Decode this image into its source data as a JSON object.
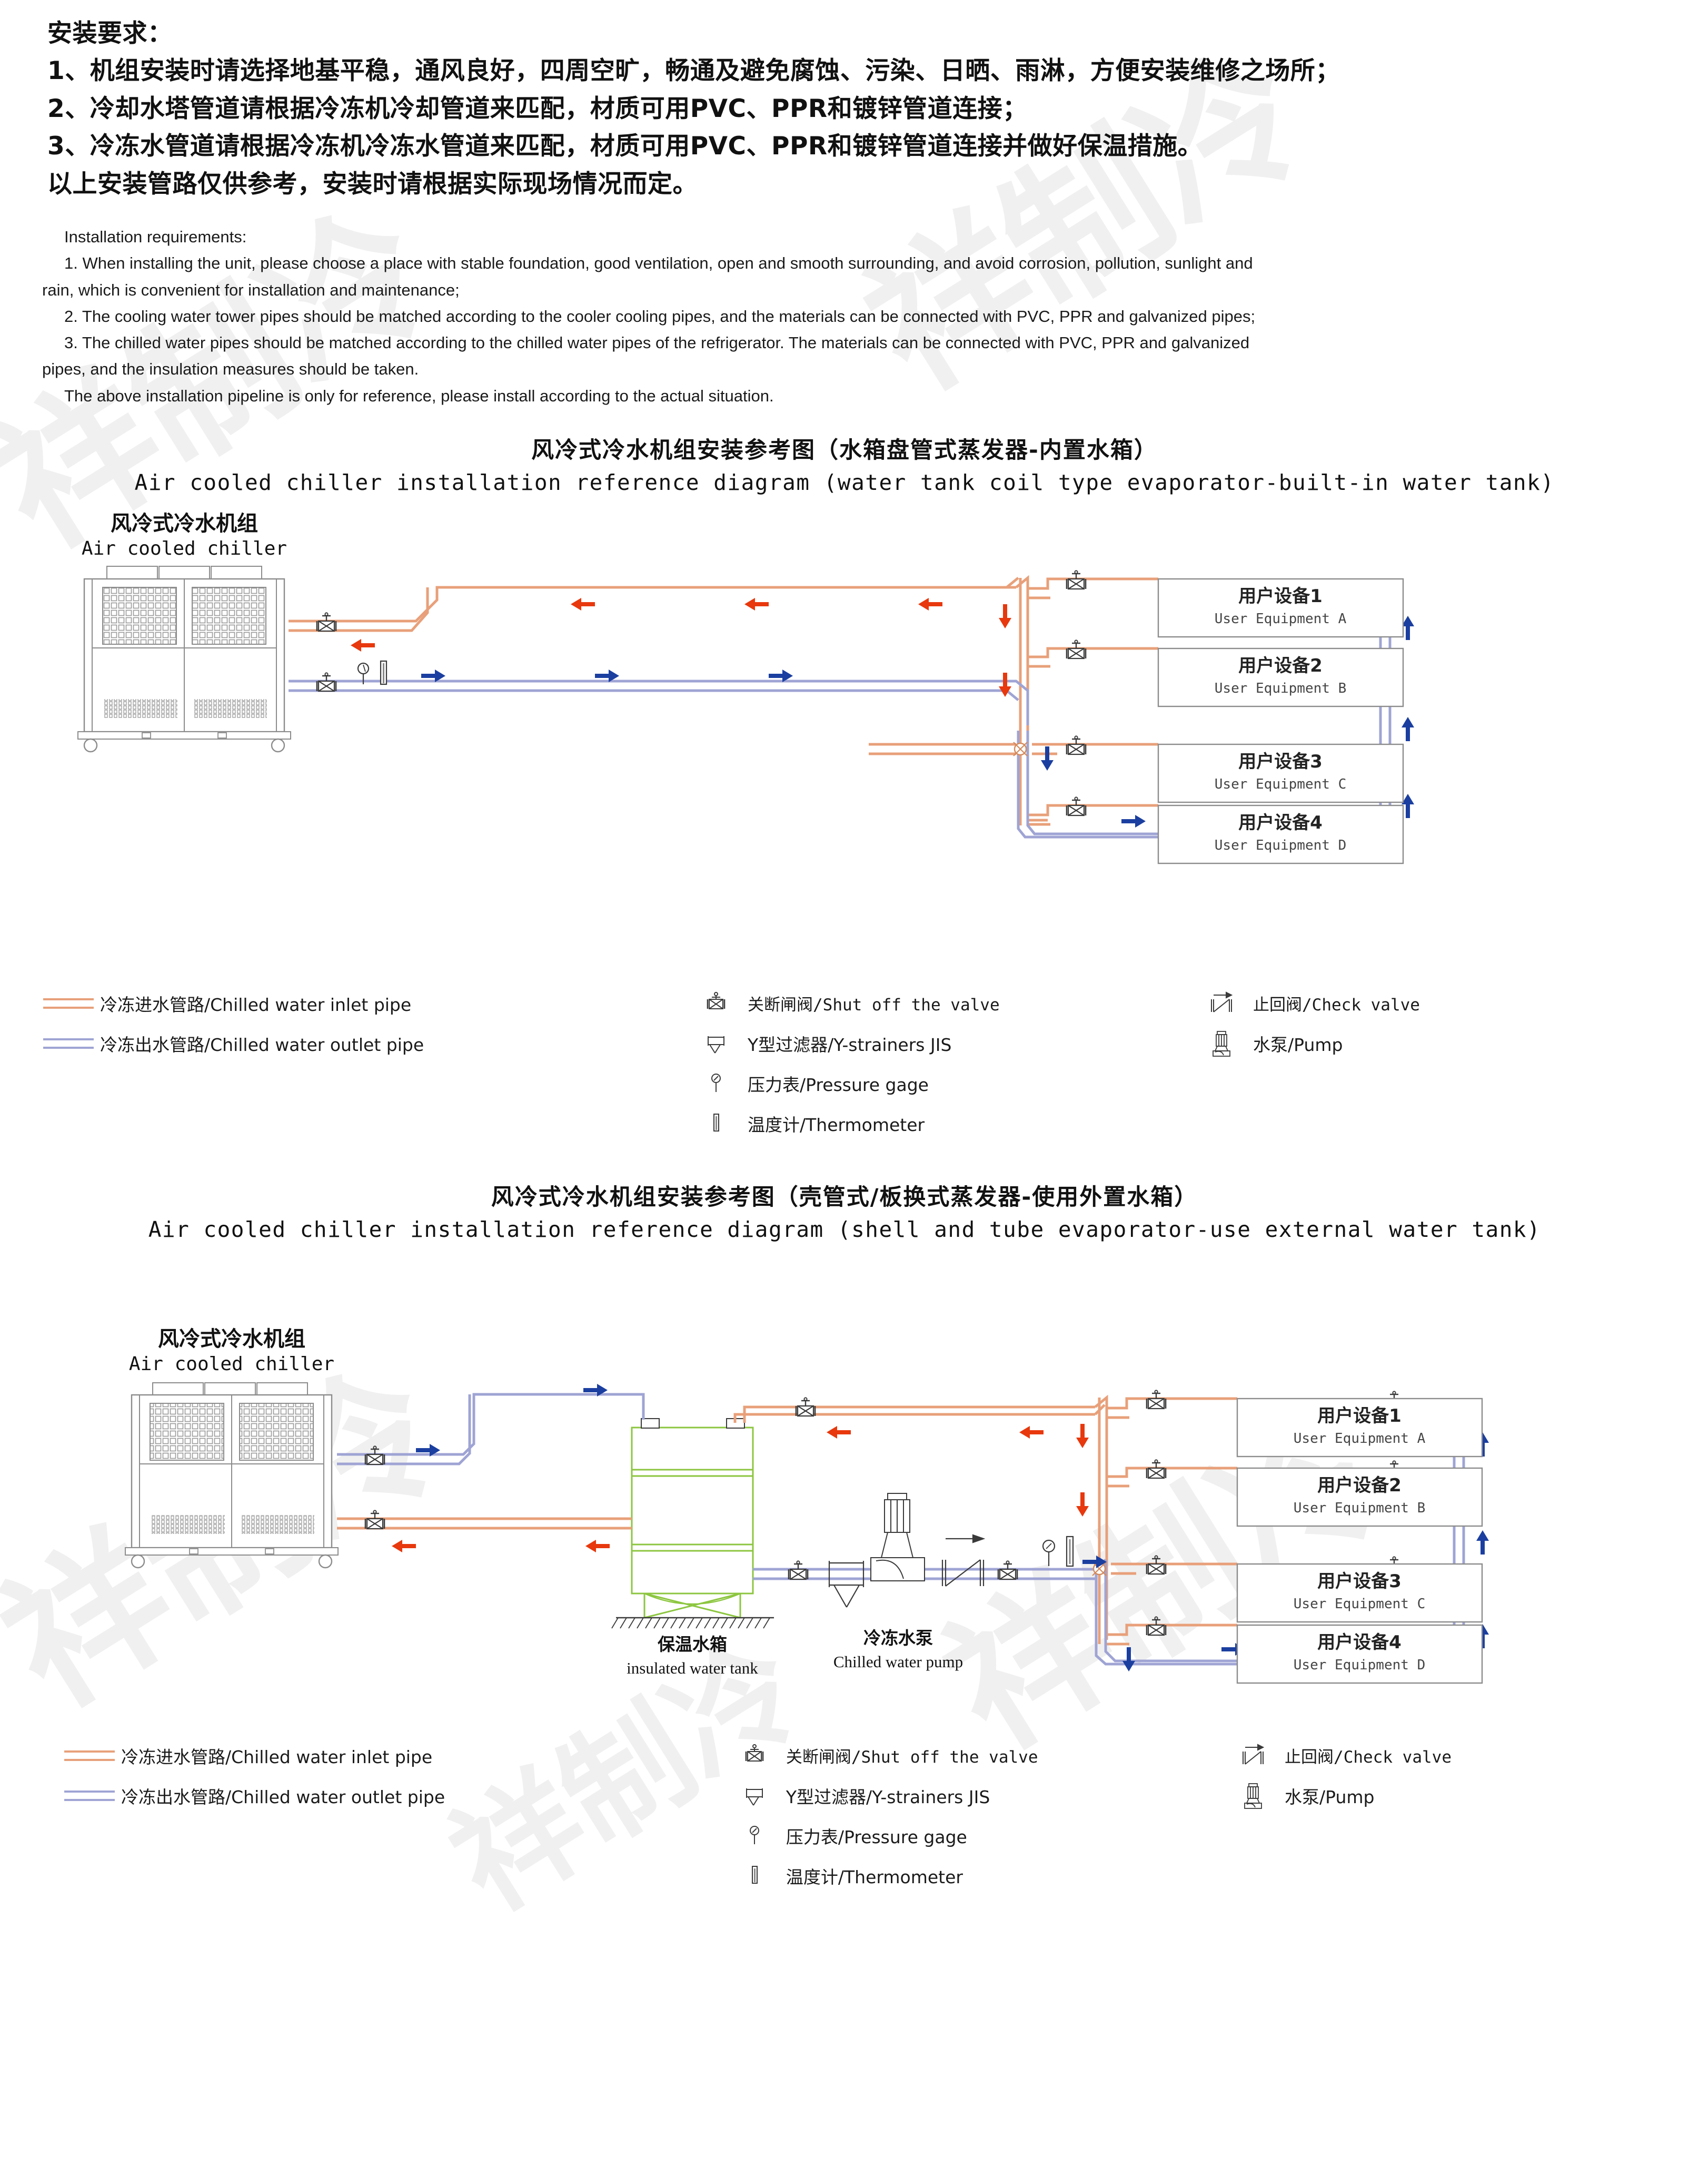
{
  "requirements": {
    "cn_heading": "安装要求：",
    "cn_lines": [
      "1、机组安装时请选择地基平稳，通风良好，四周空旷，畅通及避免腐蚀、污染、日晒、雨淋，方便安装维修之场所；",
      "2、冷却水塔管道请根据冷冻机冷却管道来匹配，材质可用PVC、PPR和镀锌管道连接；",
      "3、冷冻水管道请根据冷冻机冷冻水管道来匹配，材质可用PVC、PPR和镀锌管道连接并做好保温措施。",
      "以上安装管路仅供参考，安装时请根据实际现场情况而定。"
    ],
    "en_heading": "Installation requirements:",
    "en_lines": [
      "1. When installing the unit, please choose a place with stable foundation, good ventilation, open and smooth surrounding, and avoid corrosion, pollution, sunlight and",
      "rain, which is convenient for installation and maintenance;",
      "2. The cooling water tower pipes should be matched according to the cooler cooling pipes, and the materials can be connected with PVC, PPR and galvanized pipes;",
      "3. The chilled water pipes should be matched according to the chilled water pipes of the refrigerator. The materials can be connected with PVC, PPR and galvanized",
      "pipes, and the insulation measures should be taken.",
      "The above installation pipeline is only for reference, please install according to the actual situation."
    ]
  },
  "colors": {
    "inlet_pipe": "#E8A07A",
    "inlet_pipe_dark": "#D4703E",
    "outlet_pipe": "#9FA4D4",
    "outlet_pipe_dark": "#6B72B8",
    "arrow_red": "#E8380D",
    "arrow_blue": "#1B3FA0",
    "equipment_stroke": "#8C8C8C",
    "tank_green": "#8CC63F",
    "machine_stroke": "#8C8C8C",
    "watermark": "#F0F0F0"
  },
  "diagram1": {
    "title_cn": "风冷式冷水机组安装参考图（水箱盘管式蒸发器-内置水箱）",
    "title_en": "Air cooled chiller installation reference diagram (water tank coil type evaporator-built-in water tank)",
    "chiller_label_cn": "风冷式冷水机组",
    "chiller_label_en": "Air cooled chiller",
    "equipment": [
      {
        "cn": "用户设备1",
        "en": "User Equipment A"
      },
      {
        "cn": "用户设备2",
        "en": "User Equipment B"
      },
      {
        "cn": "用户设备3",
        "en": "User Equipment C"
      },
      {
        "cn": "用户设备4",
        "en": "User Equipment D"
      }
    ]
  },
  "diagram2": {
    "title_cn": "风冷式冷水机组安装参考图（壳管式/板换式蒸发器-使用外置水箱）",
    "title_en": "Air cooled chiller installation reference diagram (shell and tube evaporator-use external water tank)",
    "chiller_label_cn": "风冷式冷水机组",
    "chiller_label_en": "Air cooled chiller",
    "tank_label_cn": "保温水箱",
    "tank_label_en": "insulated water tank",
    "pump_label_cn": "冷冻水泵",
    "pump_label_en": "Chilled water pump",
    "equipment": [
      {
        "cn": "用户设备1",
        "en": "User Equipment A"
      },
      {
        "cn": "用户设备2",
        "en": "User Equipment B"
      },
      {
        "cn": "用户设备3",
        "en": "User Equipment C"
      },
      {
        "cn": "用户设备4",
        "en": "User Equipment D"
      }
    ]
  },
  "legend1": {
    "pipes": [
      {
        "icon": "inlet-pipe-swatch",
        "label": "冷冻进水管路/Chilled water inlet pipe",
        "color": "#E8A07A"
      },
      {
        "icon": "outlet-pipe-swatch",
        "label": "冷冻出水管路/Chilled water outlet pipe",
        "color": "#9FA4D4"
      }
    ],
    "middle": [
      {
        "icon": "shut-off-valve-icon",
        "label": "关断闸阀/Shut off the valve",
        "mono": true
      },
      {
        "icon": "y-strainer-icon",
        "label": "Y型过滤器/Y-strainers JIS",
        "mono": false
      },
      {
        "icon": "pressure-gage-icon",
        "label": "压力表/Pressure gage",
        "mono": false
      },
      {
        "icon": "thermometer-icon",
        "label": "温度计/Thermometer",
        "mono": false
      }
    ],
    "right": [
      {
        "icon": "check-valve-icon",
        "label": "止回阀/Check valve",
        "mono": true
      },
      {
        "icon": "pump-icon",
        "label": "水泵/Pump",
        "mono": false
      }
    ]
  },
  "legend2": {
    "pipes": [
      {
        "icon": "inlet-pipe-swatch",
        "label": "冷冻进水管路/Chilled water inlet pipe",
        "color": "#E8A07A"
      },
      {
        "icon": "outlet-pipe-swatch",
        "label": "冷冻出水管路/Chilled water outlet pipe",
        "color": "#9FA4D4"
      }
    ],
    "middle": [
      {
        "icon": "shut-off-valve-icon",
        "label": "关断闸阀/Shut off the valve",
        "mono": true
      },
      {
        "icon": "y-strainer-icon",
        "label": "Y型过滤器/Y-strainers JIS",
        "mono": false
      },
      {
        "icon": "pressure-gage-icon",
        "label": "压力表/Pressure gage",
        "mono": false
      },
      {
        "icon": "thermometer-icon",
        "label": "温度计/Thermometer",
        "mono": false
      }
    ],
    "right": [
      {
        "icon": "check-valve-icon",
        "label": "止回阀/Check valve",
        "mono": true
      },
      {
        "icon": "pump-icon",
        "label": "水泵/Pump",
        "mono": false
      }
    ]
  },
  "watermark": {
    "text": "祥制冷"
  }
}
